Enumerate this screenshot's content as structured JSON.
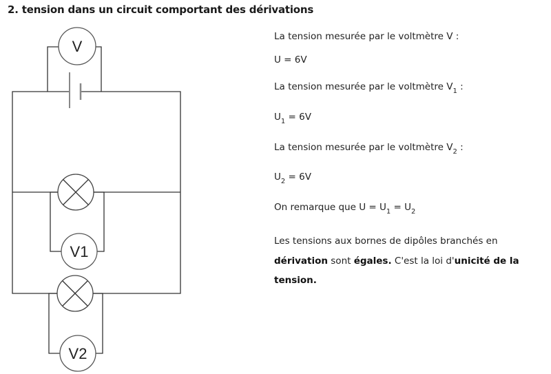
{
  "section": {
    "title": "2. tension dans un circuit comportant des dérivations"
  },
  "circuit": {
    "voltmeters": [
      {
        "label": "V"
      },
      {
        "label": "V1"
      },
      {
        "label": "V2"
      }
    ],
    "lamps": 2,
    "generator": "battery"
  },
  "measurements": {
    "v_intro": "La tension mesurée par le voltmètre V :",
    "v_value": "U = 6V",
    "v1_intro": "La tension mesurée par le voltmètre V",
    "v1_sub": "1",
    "v1_colon": " :",
    "u1_label": "U",
    "u1_sub": "1",
    "u1_value": " = 6V",
    "v2_intro": "La tension mesurée par le voltmètre V",
    "v2_sub": "2",
    "v2_colon": " :",
    "u2_label": "U",
    "u2_sub": "2",
    "u2_value": " = 6V",
    "remark_prefix": "On remarque que U = U",
    "remark_sub1": "1",
    "remark_mid": " = U",
    "remark_sub2": "2"
  },
  "conclusion": {
    "part1": "Les tensions aux bornes de dipôles branchés en ",
    "bold1": "dérivation",
    "part2": " sont ",
    "bold2": "égales.",
    "part3": " C'est la loi d'",
    "bold3": "unicité de la tension",
    "part4": "."
  }
}
